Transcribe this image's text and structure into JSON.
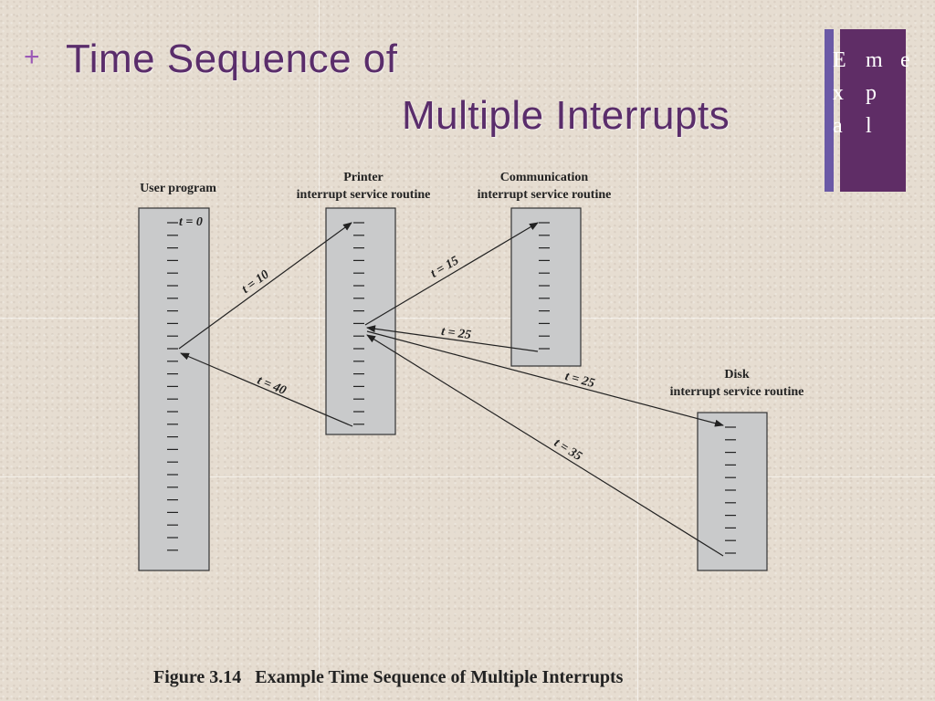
{
  "slide": {
    "plus": "+",
    "title_line1": "Time Sequence of",
    "title_line2": "Multiple Interrupts",
    "side_letters": [
      "E",
      "m",
      "e",
      "x",
      "p",
      "a",
      "l"
    ],
    "accent_color": "#5f2d66",
    "title_color": "#5a2d6b"
  },
  "diagram": {
    "columns": {
      "user": {
        "label": "User program"
      },
      "printer": {
        "label_line1": "Printer",
        "label_line2": "interrupt service routine"
      },
      "comm": {
        "label_line1": "Communication",
        "label_line2": "interrupt service routine"
      },
      "disk": {
        "label_line1": "Disk",
        "label_line2": "interrupt service routine"
      }
    },
    "start_marker": "t = 0",
    "arrows": [
      {
        "label": "t = 10"
      },
      {
        "label": "t = 15"
      },
      {
        "label": "t = 25"
      },
      {
        "label": "t = 25"
      },
      {
        "label": "t = 35"
      },
      {
        "label": "t = 40"
      }
    ]
  },
  "caption": "Figure 3.14   Example Time Sequence of Multiple Interrupts"
}
